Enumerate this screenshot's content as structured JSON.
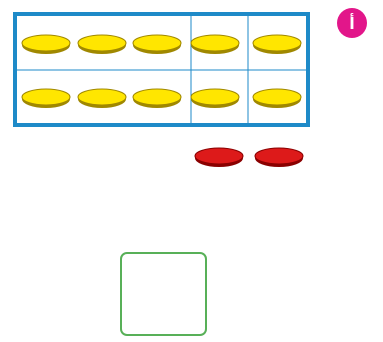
{
  "page_badge": {
    "label": "أ",
    "color": "#e2168a",
    "text_color": "#ffffff"
  },
  "ten_frame": {
    "rows": 2,
    "columns": 5,
    "border_color": "#1e8ac8",
    "filled_counters": 10,
    "counter_color": "#ffe600",
    "counter_outline": "#a08800"
  },
  "extra_counters": {
    "count": 2,
    "color": "#dd1a1a",
    "outline": "#8a0000"
  },
  "answer_box": {
    "value": "",
    "border_color": "#58b058"
  }
}
